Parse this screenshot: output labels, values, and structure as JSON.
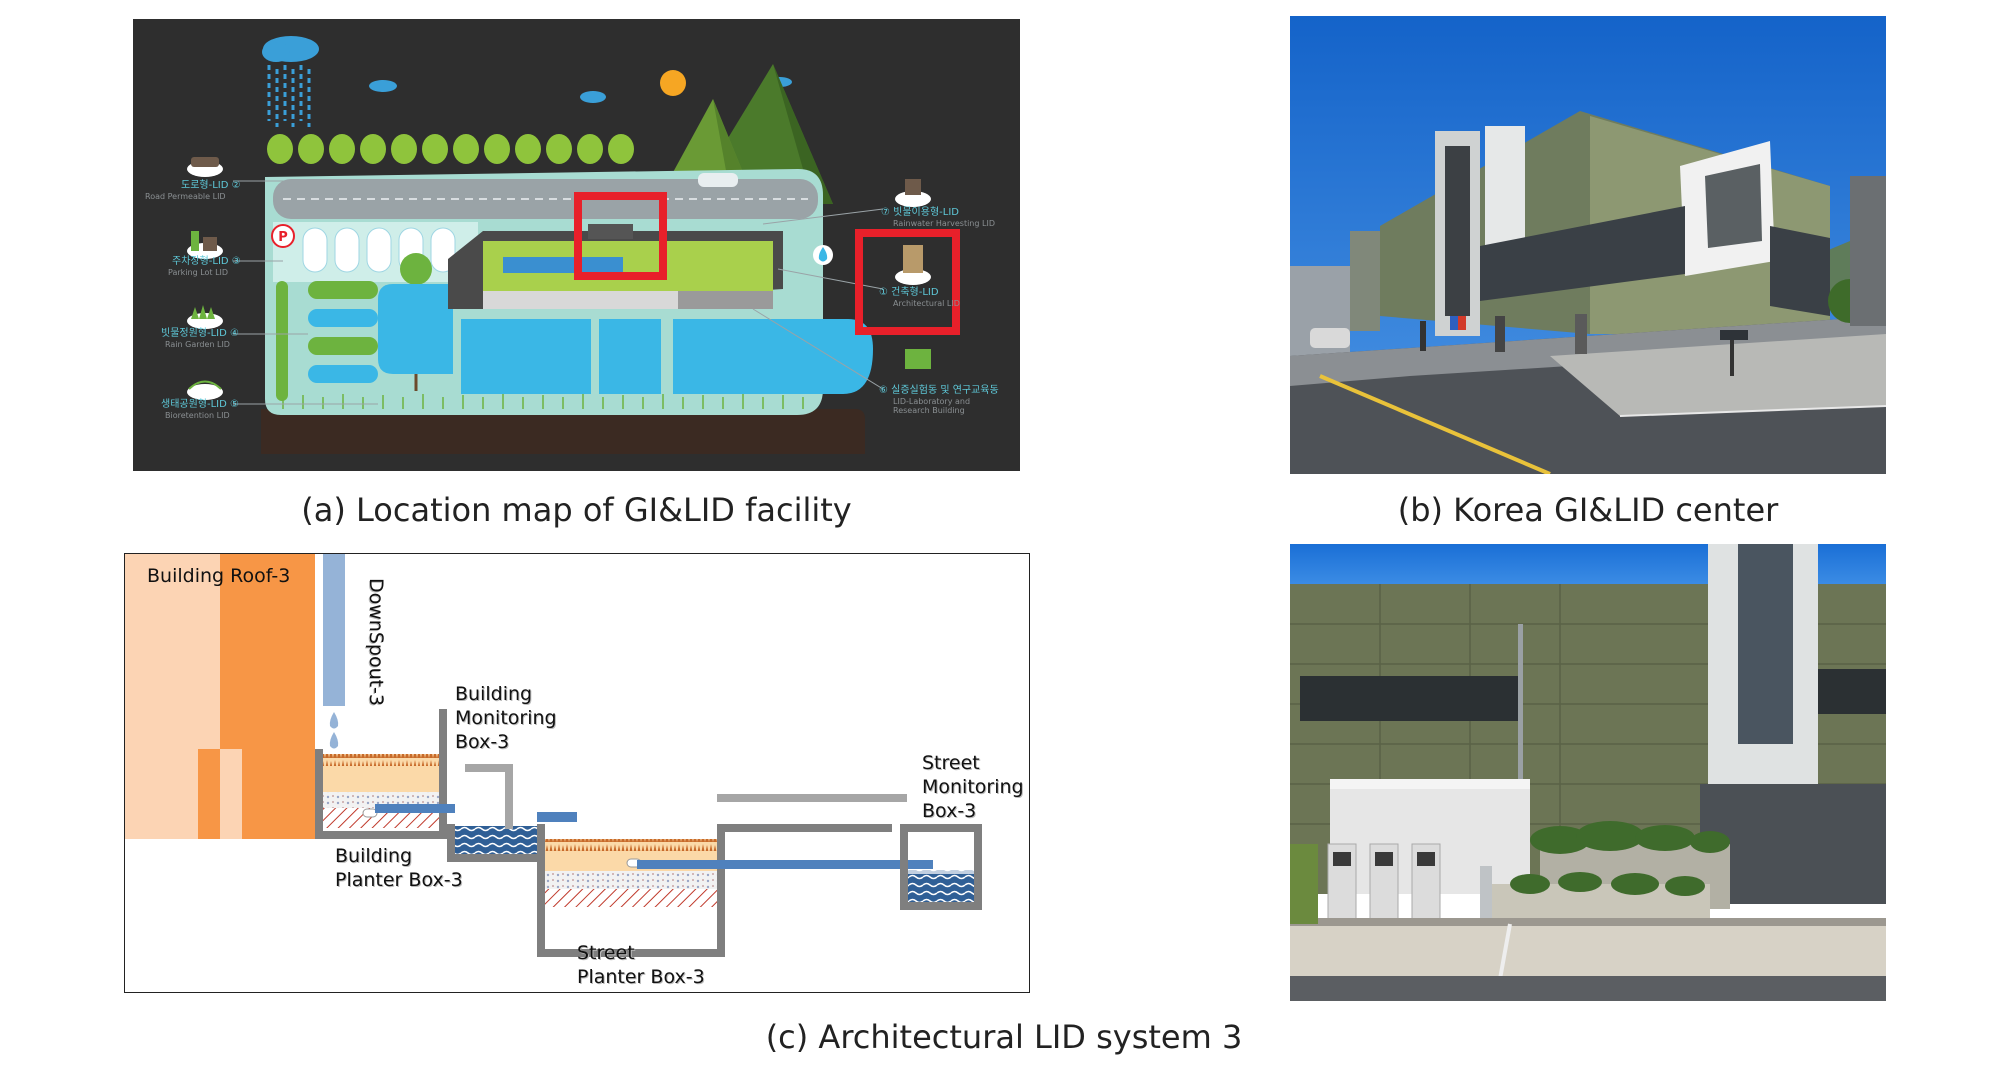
{
  "captions": {
    "a": "(a) Location map of GI&LID facility",
    "b": "(b) Korea GI&LID center",
    "c": "(c) Architectural LID system 3"
  },
  "map": {
    "items": [
      {
        "name": "도로형-LID ②",
        "sub": "Road Permeable LID"
      },
      {
        "name": "주차장형-LID ③",
        "sub": "Parking Lot LID"
      },
      {
        "name": "빗물정원형-LID ④",
        "sub": "Rain Garden LID"
      },
      {
        "name": "생태공원형-LID ⑤",
        "sub": "Bioretention LID"
      },
      {
        "name": "⑦ 빗물이용형-LID",
        "sub": "Rainwater Harvesting LID"
      },
      {
        "name": "① 건축형-LID",
        "sub": "Architectural LID"
      },
      {
        "name": "⑥ 실증실험동 및 연구교육동",
        "sub": "LID-Laboratory and Research Building"
      }
    ],
    "parking_symbol": "P",
    "highlight_color": "#e8202a"
  },
  "diagram": {
    "labels": {
      "roof": "Building Roof-3",
      "downspout": "DownSpout-3",
      "bmb_line1": "Building",
      "bmb_line2": "Monitoring",
      "bmb_line3": "Box-3",
      "smb_line1": "Street",
      "smb_line2": "Monitoring",
      "smb_line3": "Box-3",
      "bpb_line1": "Building",
      "bpb_line2": "Planter Box-3",
      "spb_line1": "Street",
      "spb_line2": "Planter Box-3"
    },
    "colors": {
      "roof_light": "#fcd4b4",
      "roof_dark": "#f79646",
      "pipe": "#4f81bd",
      "downspout": "#95b3d7",
      "wall": "#7f7f7f",
      "water": "#2f5f96"
    }
  }
}
